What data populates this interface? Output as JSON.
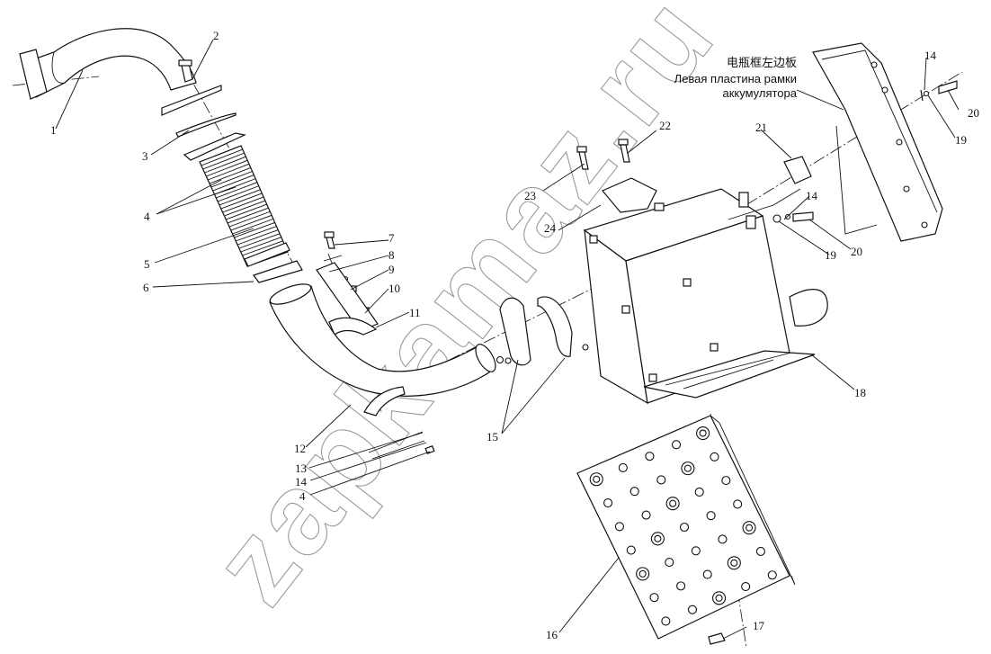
{
  "watermark": "zapkamaz.ru",
  "note": {
    "zh": "电瓶框左边板",
    "ru_line1": "Левая пластина рамки",
    "ru_line2": "аккумулятора"
  },
  "callouts": [
    {
      "id": "c1",
      "text": "1"
    },
    {
      "id": "c2",
      "text": "2"
    },
    {
      "id": "c3",
      "text": "3"
    },
    {
      "id": "c4a",
      "text": "4"
    },
    {
      "id": "c5",
      "text": "5"
    },
    {
      "id": "c6",
      "text": "6"
    },
    {
      "id": "c7",
      "text": "7"
    },
    {
      "id": "c8",
      "text": "8"
    },
    {
      "id": "c9",
      "text": "9"
    },
    {
      "id": "c10",
      "text": "10"
    },
    {
      "id": "c11",
      "text": "11"
    },
    {
      "id": "c12",
      "text": "12"
    },
    {
      "id": "c13",
      "text": "13"
    },
    {
      "id": "c14a",
      "text": "14"
    },
    {
      "id": "c4b",
      "text": "4"
    },
    {
      "id": "c15",
      "text": "15"
    },
    {
      "id": "c16",
      "text": "16"
    },
    {
      "id": "c17",
      "text": "17"
    },
    {
      "id": "c18",
      "text": "18"
    },
    {
      "id": "c19a",
      "text": "19"
    },
    {
      "id": "c20a",
      "text": "20"
    },
    {
      "id": "c14b",
      "text": "14"
    },
    {
      "id": "c24",
      "text": "24"
    },
    {
      "id": "c23",
      "text": "23"
    },
    {
      "id": "c22",
      "text": "22"
    },
    {
      "id": "c21",
      "text": "21"
    },
    {
      "id": "c14c",
      "text": "14"
    },
    {
      "id": "c19b",
      "text": "19"
    },
    {
      "id": "c20b",
      "text": "20"
    }
  ]
}
